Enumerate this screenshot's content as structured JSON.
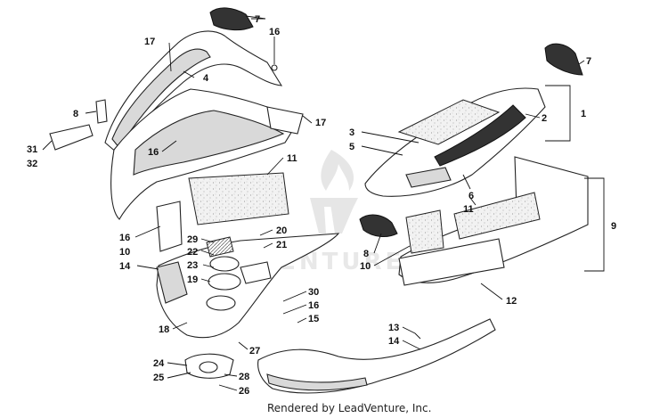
{
  "watermark": {
    "text": "VENTURE"
  },
  "credit": "Rendered by LeadVenture, Inc.",
  "callouts": [
    {
      "id": "c7a",
      "text": "7"
    },
    {
      "id": "c16a",
      "text": "16"
    },
    {
      "id": "c17a",
      "text": "17"
    },
    {
      "id": "c4",
      "text": "4"
    },
    {
      "id": "c8a",
      "text": "8"
    },
    {
      "id": "c17b",
      "text": "17"
    },
    {
      "id": "c16b",
      "text": "16"
    },
    {
      "id": "c31",
      "text": "31"
    },
    {
      "id": "c32",
      "text": "32"
    },
    {
      "id": "c11a",
      "text": "11"
    },
    {
      "id": "c16c",
      "text": "16"
    },
    {
      "id": "c10a",
      "text": "10"
    },
    {
      "id": "c29",
      "text": "29"
    },
    {
      "id": "c20",
      "text": "20"
    },
    {
      "id": "c22",
      "text": "22"
    },
    {
      "id": "c21",
      "text": "21"
    },
    {
      "id": "c14a",
      "text": "14"
    },
    {
      "id": "c23",
      "text": "23"
    },
    {
      "id": "c19",
      "text": "19"
    },
    {
      "id": "c30",
      "text": "30"
    },
    {
      "id": "c16d",
      "text": "16"
    },
    {
      "id": "c15",
      "text": "15"
    },
    {
      "id": "c18",
      "text": "18"
    },
    {
      "id": "c27",
      "text": "27"
    },
    {
      "id": "c24",
      "text": "24"
    },
    {
      "id": "c25",
      "text": "25"
    },
    {
      "id": "c28",
      "text": "28"
    },
    {
      "id": "c26",
      "text": "26"
    },
    {
      "id": "c13",
      "text": "13"
    },
    {
      "id": "c14b",
      "text": "14"
    },
    {
      "id": "c7b",
      "text": "7"
    },
    {
      "id": "c1",
      "text": "1"
    },
    {
      "id": "c2",
      "text": "2"
    },
    {
      "id": "c3",
      "text": "3"
    },
    {
      "id": "c5",
      "text": "5"
    },
    {
      "id": "c6",
      "text": "6"
    },
    {
      "id": "c11b",
      "text": "11"
    },
    {
      "id": "c9",
      "text": "9"
    },
    {
      "id": "c8b",
      "text": "8"
    },
    {
      "id": "c10b",
      "text": "10"
    },
    {
      "id": "c12",
      "text": "12"
    }
  ]
}
